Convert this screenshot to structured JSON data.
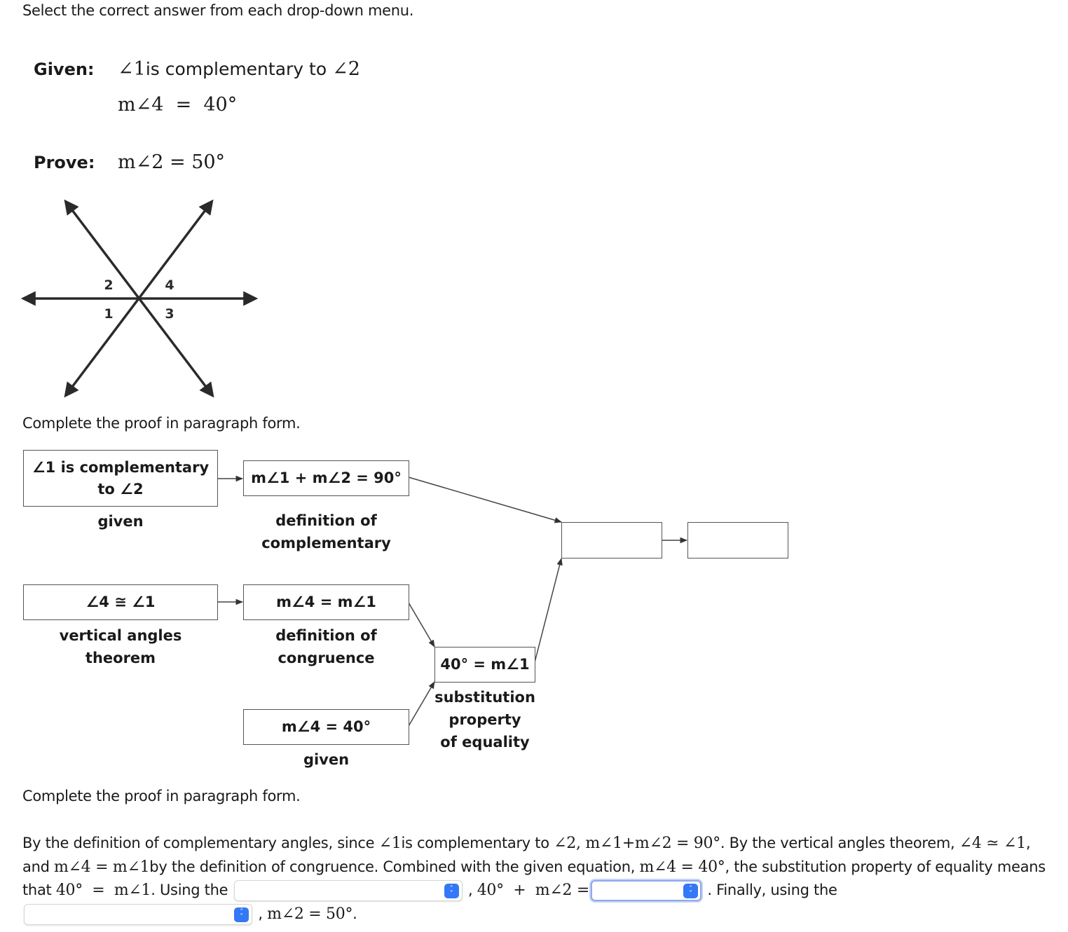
{
  "instruction": "Select the correct answer from each drop-down menu.",
  "given": {
    "label": "Given:",
    "line1_angle1": "∠1",
    "line1_text": "is complementary to ",
    "line1_angle2": "∠2",
    "line2": "m∠4  =  40°"
  },
  "prove": {
    "label": "Prove:",
    "statement": "m∠2 = 50°"
  },
  "figure": {
    "angle_labels": [
      "2",
      "4",
      "1",
      "3"
    ]
  },
  "flowchart_heading": "Complete the proof in paragraph form.",
  "flowchart": {
    "boxes": [
      {
        "statement_line1": "∠1 is complementary",
        "statement_line2": "to ∠2",
        "reason_line1": "given",
        "reason_line2": ""
      },
      {
        "statement_line1": "m∠1 + m∠2 = 90°",
        "statement_line2": "",
        "reason_line1": "definition of",
        "reason_line2": "complementary"
      },
      {
        "statement_line1": "∠4 ≅ ∠1",
        "statement_line2": "",
        "reason_line1": "vertical angles",
        "reason_line2": "theorem"
      },
      {
        "statement_line1": "m∠4 = m∠1",
        "statement_line2": "",
        "reason_line1": "definition of",
        "reason_line2": "congruence"
      },
      {
        "statement_line1": "m∠4 = 40°",
        "statement_line2": "",
        "reason_line1": "given",
        "reason_line2": ""
      },
      {
        "statement_line1": "40° = m∠1",
        "statement_line2": "",
        "reason_line1": "substitution",
        "reason_line2": "property",
        "reason_line3": "of equality"
      },
      {
        "statement_line1": "",
        "statement_line2": ""
      },
      {
        "statement_line1": "",
        "statement_line2": ""
      }
    ]
  },
  "paragraph_heading": "Complete the proof in paragraph form.",
  "paragraph": {
    "t1": "By the definition of complementary angles, since ",
    "m1": "∠1",
    "t2": "is complementary to ",
    "m2": "∠2, m∠1+m∠2 = 90°",
    "t3": ". By the vertical angles theorem, ",
    "m3": "∠4 ≃ ∠1",
    "t4": ", and ",
    "m4": "m∠4 = m∠1",
    "t5": "by the definition of congruence. Combined with the given equation, ",
    "m5": "m∠4 = 40°",
    "t6": ", the substitution property of equality means that ",
    "m6": "40°  =  m∠1",
    "t7": ". Using the ",
    "t8": " , ",
    "m7": "40°  +  m∠2 =",
    "t9": " . Finally, using the ",
    "t10": " , ",
    "m8": "m∠2 = 50°",
    "t11": "."
  },
  "dropdowns": [
    {
      "id": "reason-1",
      "selected": "",
      "focused": false
    },
    {
      "id": "value-1",
      "selected": "",
      "focused": true
    },
    {
      "id": "reason-2",
      "selected": "",
      "focused": false
    }
  ],
  "dropdown_icon": "up-down-chevron-icon",
  "colors": {
    "dropdown_button": "#3478f6",
    "focus_ring": "#8fa8e8",
    "text": "#1a1a1a",
    "box_border": "#555555"
  }
}
